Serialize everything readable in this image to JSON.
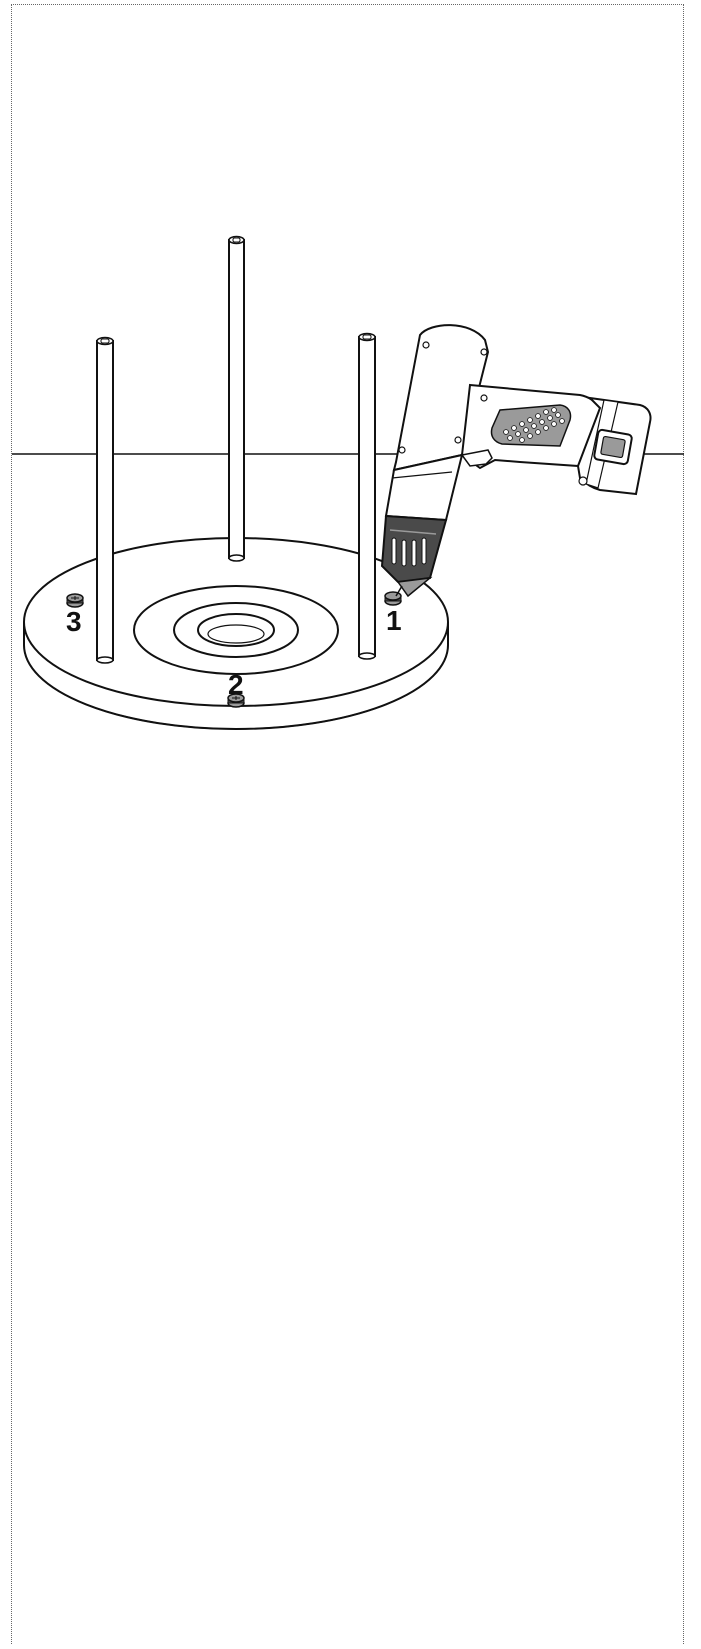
{
  "labels": {
    "screw_1": "1",
    "screw_2": "2",
    "screw_3": "3"
  },
  "colors": {
    "line": "#111111",
    "dark_fill": "#4a4a4a",
    "mid_fill": "#9a9a9a",
    "light_fill": "#ffffff"
  },
  "icons": [
    "drill-icon",
    "screw-icon"
  ]
}
